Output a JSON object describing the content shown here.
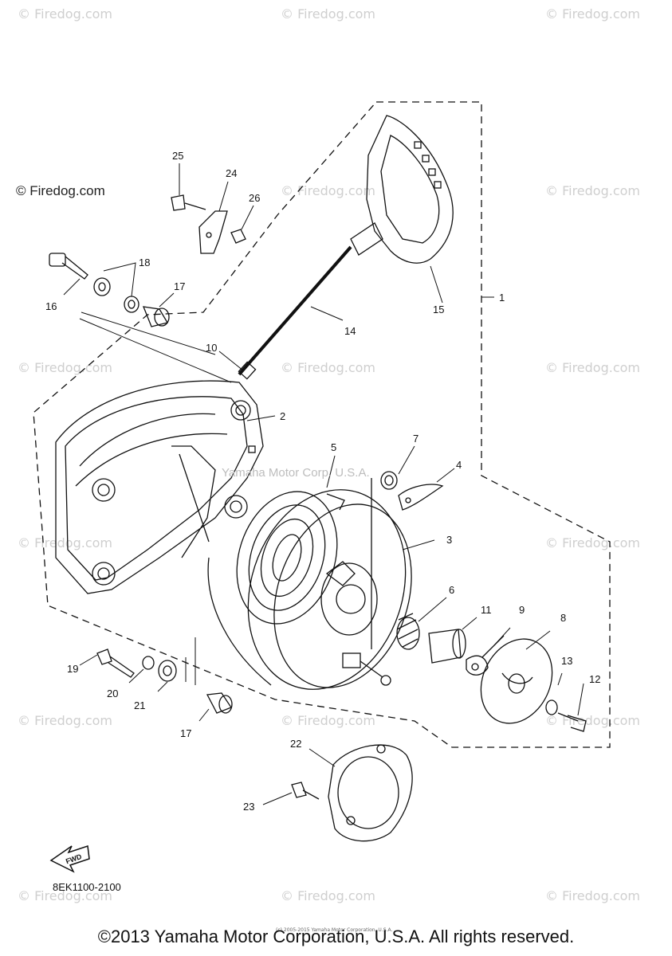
{
  "watermarks": {
    "site": "© Firedog.com",
    "site_highlight": "© Firedog.com",
    "center": "Yamaha Motor Corp. U.S.A."
  },
  "callouts": [
    "1",
    "2",
    "3",
    "4",
    "5",
    "6",
    "7",
    "8",
    "9",
    "10",
    "11",
    "12",
    "13",
    "14",
    "15",
    "16",
    "17",
    "17",
    "18",
    "19",
    "20",
    "21",
    "22",
    "23",
    "24",
    "25",
    "26"
  ],
  "diagram_code": "8EK1100-2100",
  "fwd_label": "FWD",
  "fine_print": "(c) 2005-2015 Yamaha Motor Corporation, U.S.A.",
  "copyright": "©2013 Yamaha Motor Corporation, U.S.A. All rights reserved.",
  "colors": {
    "ink": "#111111",
    "watermark": "#cfcfcf"
  }
}
